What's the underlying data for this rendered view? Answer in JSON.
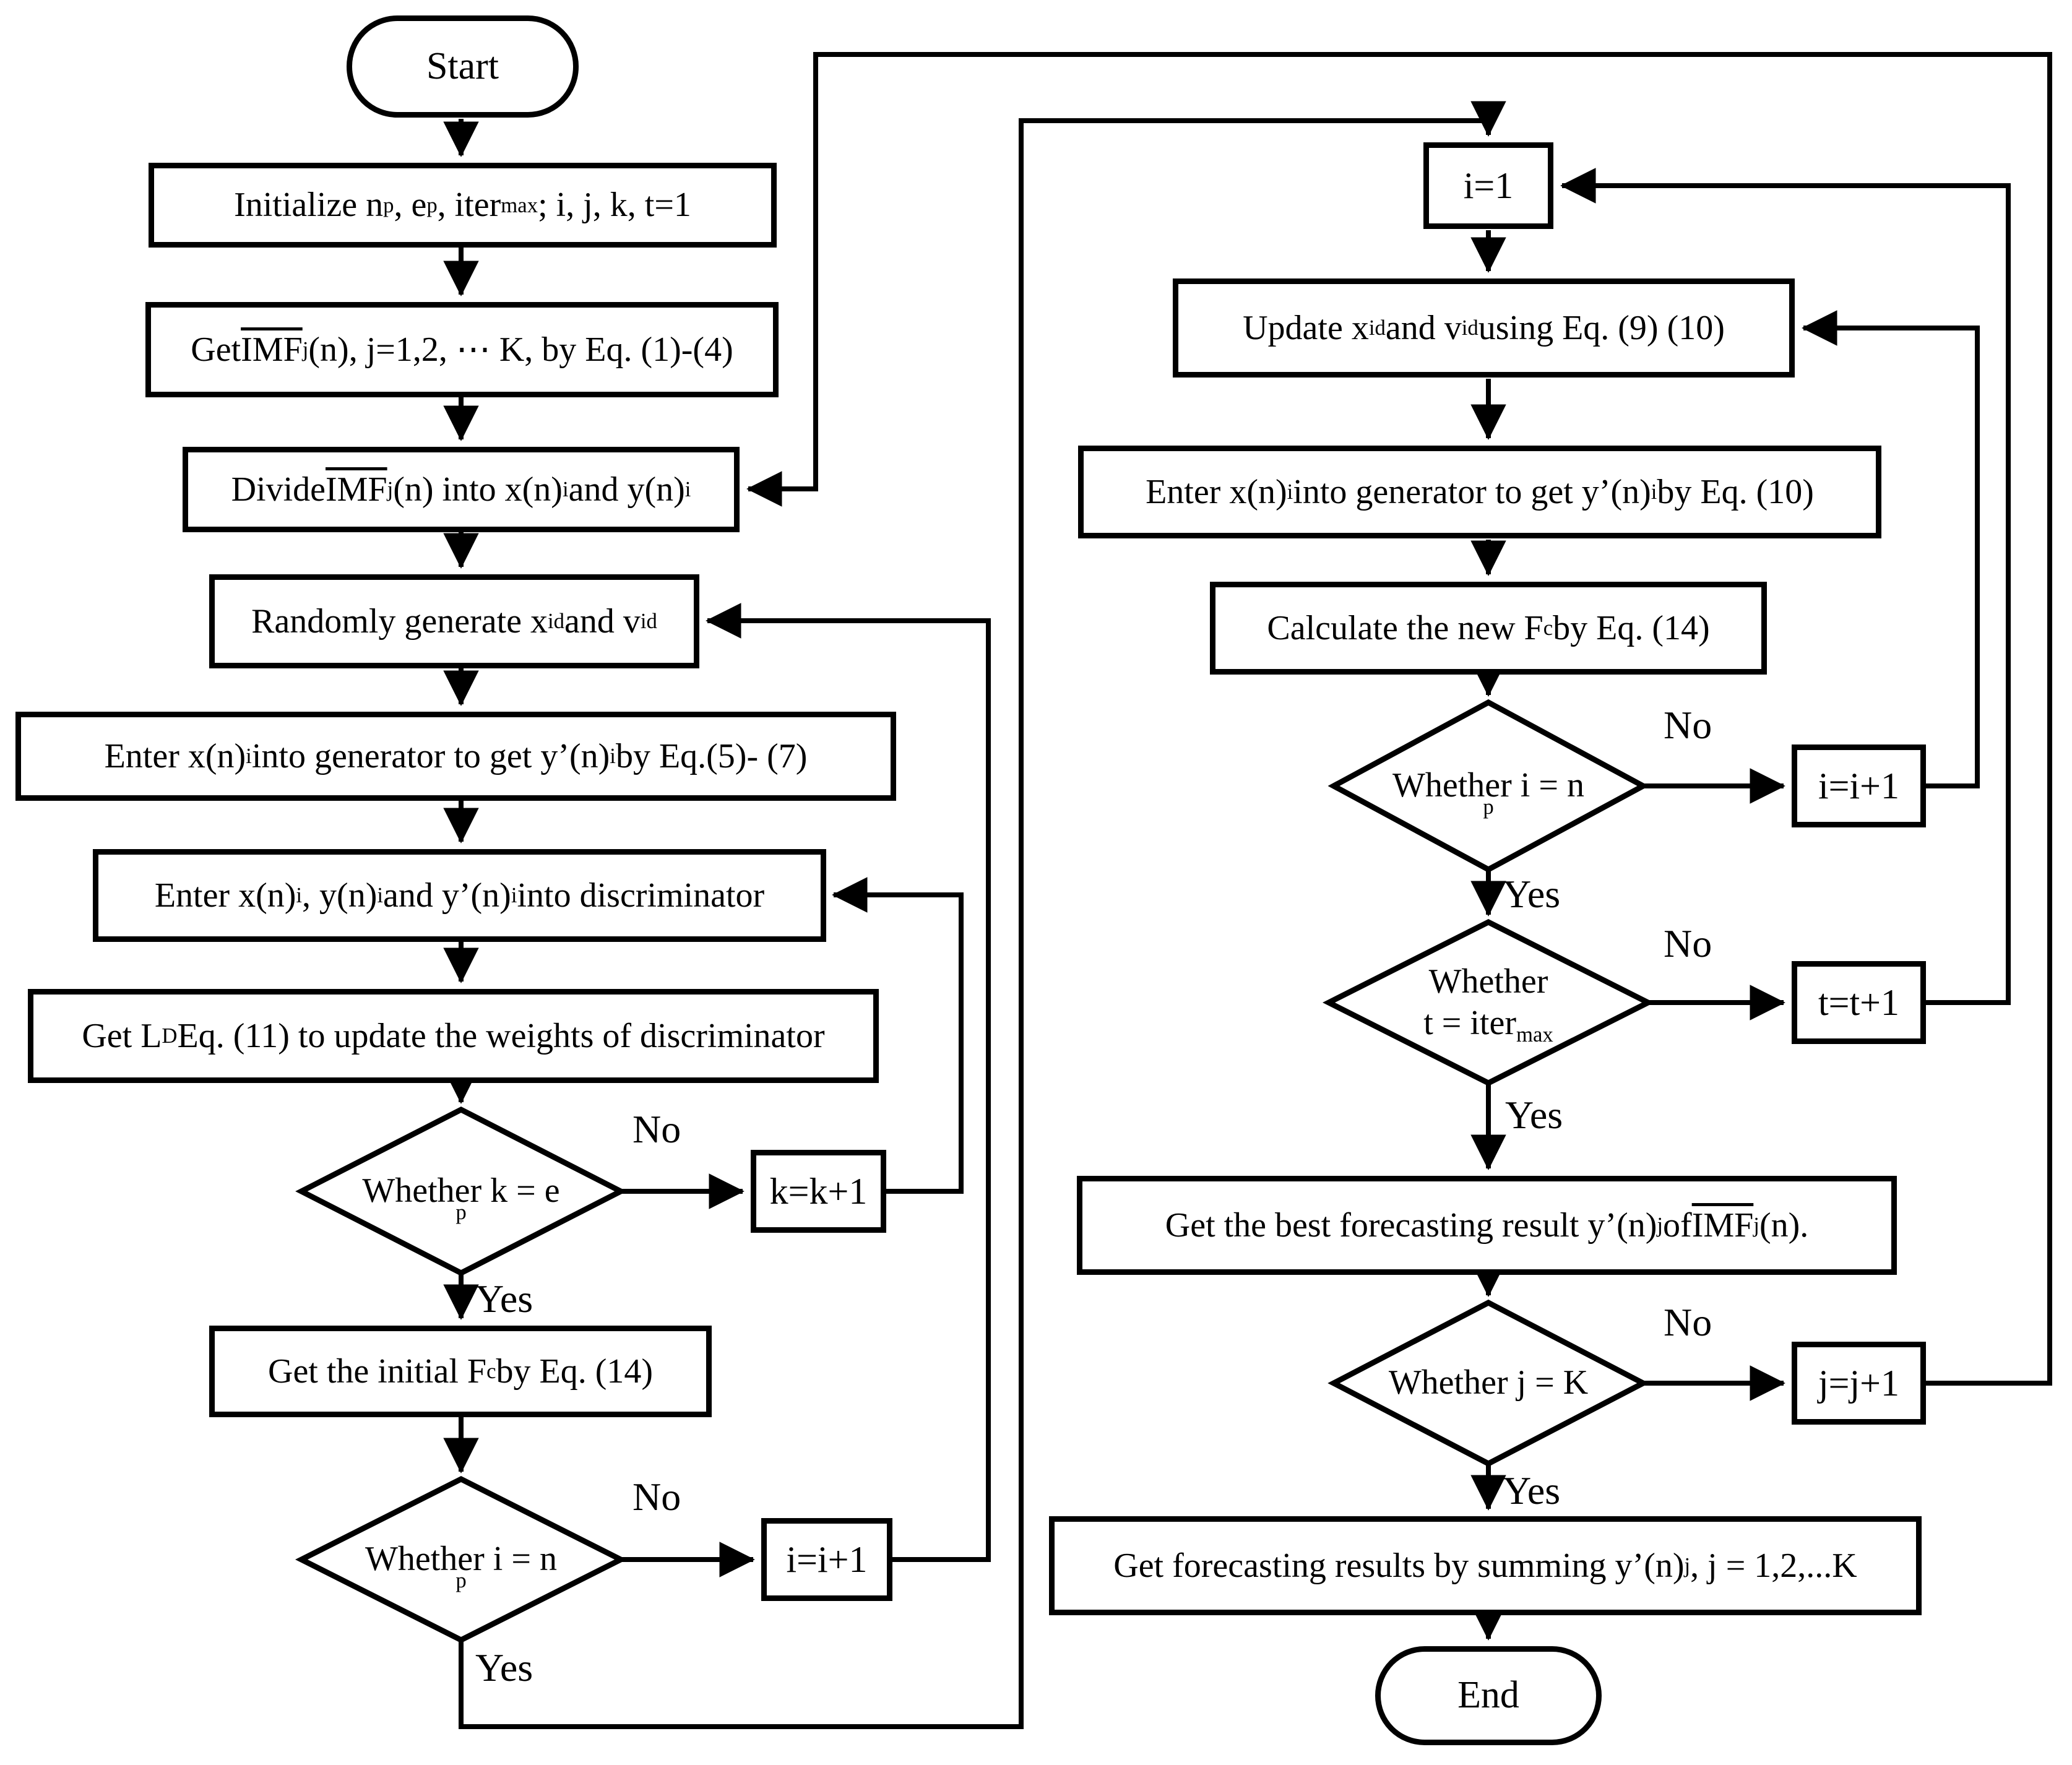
{
  "colors": {
    "ink": "#000000",
    "background": "#ffffff"
  },
  "flowchart": {
    "terminal": {
      "start": "Start",
      "end": "End"
    },
    "branch": {
      "yes": "Yes",
      "no": "No"
    },
    "process": {
      "initialize": "Initialize n_{p}, e_{p}, iter_{max}; i, j, k, t=1",
      "get_imf": "Get ~{IMF}_{j}(n), j=1,2, ⋯ K, by Eq. (1)-(4)",
      "divide_imf": "Divide ~{IMF}_{j}(n) into x(n)_{i} and y(n)_{i}",
      "random_generate": "Randomly generate x_{id} and v_{id}",
      "generator_5_7": "Enter x(n)_{i} into generator to get y’(n)_{i} by Eq.(5)- (7)",
      "discriminator": "Enter x(n)_{i}, y(n)_{i} and y’(n)_{i} into discriminator",
      "update_weights": "Get L_{D} Eq. (11) to update the weights of discriminator",
      "initial_fc": "Get the initial F_{c} by Eq. (14)",
      "set_i_1": "i=1",
      "update_particles": "Update x_{id} and v_{id} using Eq. (9) (10)",
      "generator_10": "Enter x(n)_{i} into generator to get y’(n)_{i} by Eq. (10)",
      "calc_new_fc": "Calculate the new F_{c} by Eq. (14)",
      "best_result": "Get the best forecasting result y’(n)^{j} of ~{IMF}_{j}(n).",
      "sum_results": "Get forecasting results by summing y’(n)^{j}, j = 1,2,...K"
    },
    "decision": {
      "k_eq_ep": "Whether k = e_{p}",
      "i_eq_np_left": "Whether i = n_{p}",
      "i_eq_np_right": "Whether i = n_{p}",
      "t_eq_itermax_line1": "Whether",
      "t_eq_itermax_line2": "t = iter_{max}",
      "j_eq_k": "Whether j = K"
    },
    "counter": {
      "k_plus_1": "k=k+1",
      "i_plus_1_left": "i=i+1",
      "i_plus_1_right": "i=i+1",
      "t_plus_1": "t=t+1",
      "j_plus_1": "j=j+1"
    }
  }
}
